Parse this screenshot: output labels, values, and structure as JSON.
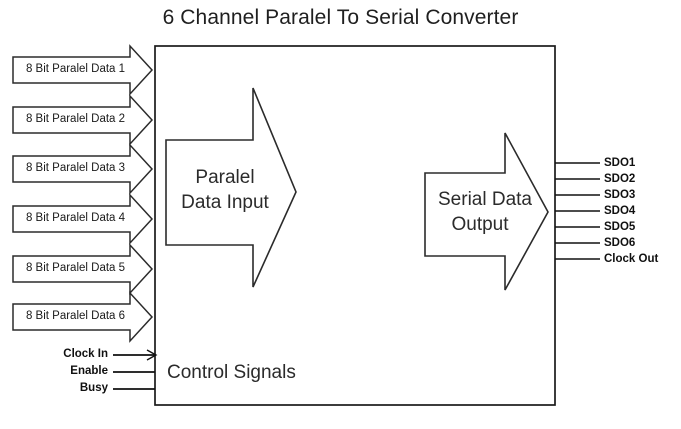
{
  "title": "6 Channel Paralel To Serial Converter",
  "colors": {
    "background": "#ffffff",
    "stroke": "#1a1a1a",
    "block_stroke": "#404040",
    "text": "#262626"
  },
  "inputs": {
    "arrows": [
      {
        "label": "8 Bit Paralel Data 1"
      },
      {
        "label": "8 Bit Paralel Data 2"
      },
      {
        "label": "8 Bit Paralel Data 3"
      },
      {
        "label": "8 Bit Paralel Data 4"
      },
      {
        "label": "8 Bit Paralel Data 5"
      },
      {
        "label": "8 Bit Paralel Data 6"
      }
    ]
  },
  "blocks": {
    "parallel_data_input": {
      "line1": "Paralel",
      "line2": "Data Input"
    },
    "serial_data_output": {
      "line1": "Serial Data",
      "line2": "Output"
    },
    "control_signals": {
      "label": "Control Signals"
    }
  },
  "control_inputs": [
    {
      "label": "Clock In",
      "has_arrowhead": true
    },
    {
      "label": "Enable",
      "has_arrowhead": false
    },
    {
      "label": "Busy",
      "has_arrowhead": false
    }
  ],
  "outputs": [
    {
      "label": "SDO1"
    },
    {
      "label": "SDO2"
    },
    {
      "label": "SDO3"
    },
    {
      "label": "SDO4"
    },
    {
      "label": "SDO5"
    },
    {
      "label": "SDO6"
    },
    {
      "label": "Clock Out"
    }
  ]
}
